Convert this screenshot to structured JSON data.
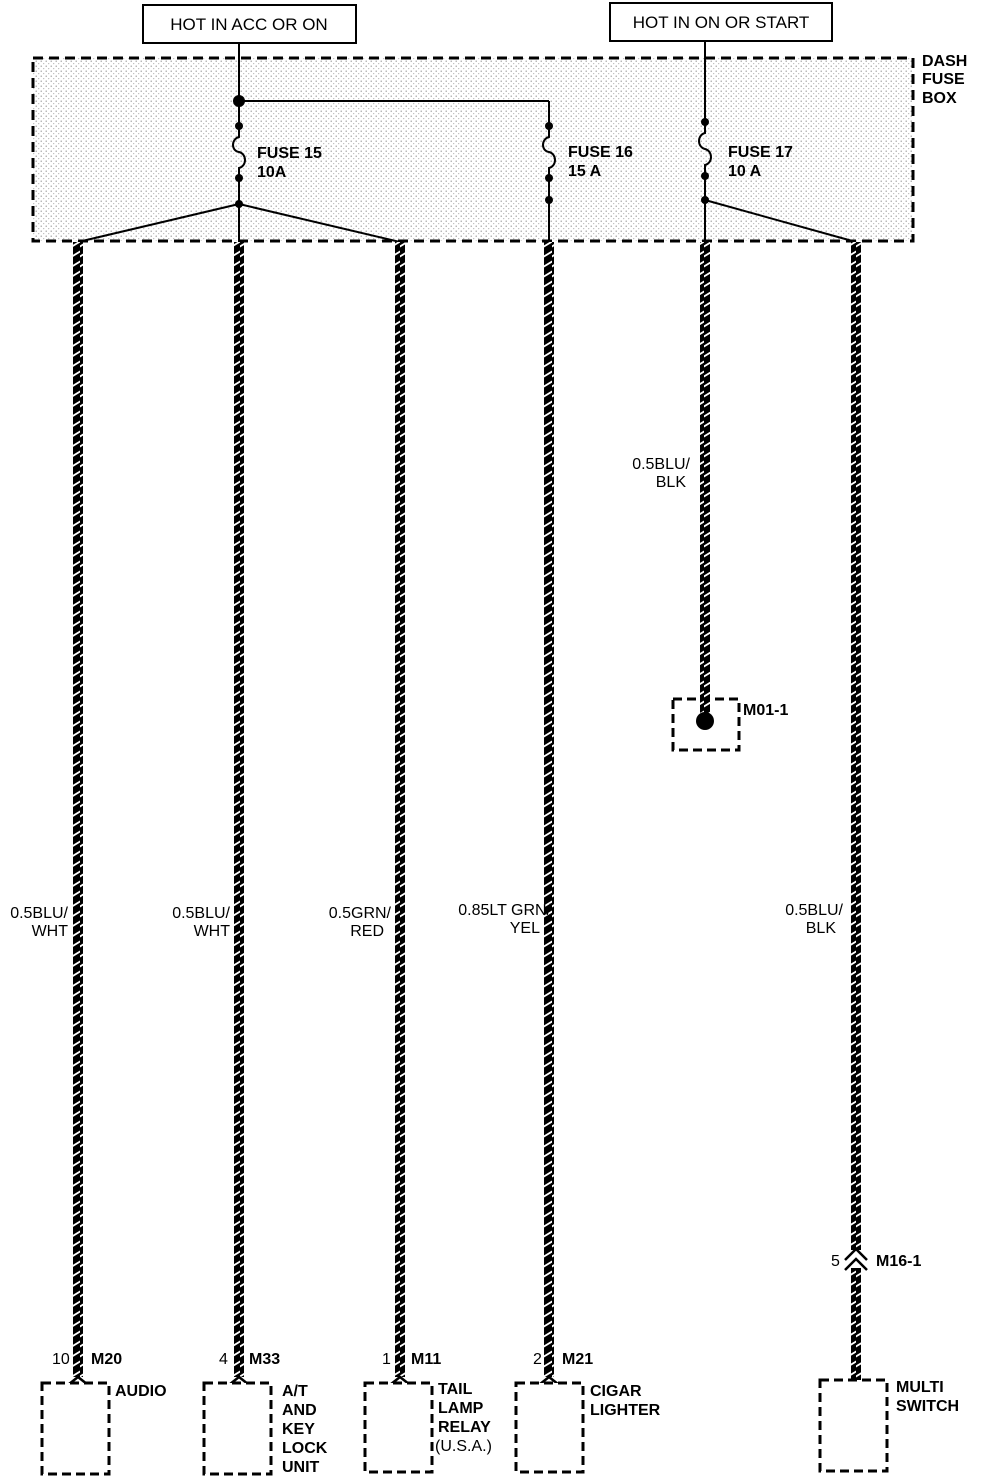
{
  "power_sources": [
    {
      "id": "acc",
      "label": "HOT IN ACC OR ON"
    },
    {
      "id": "start",
      "label": "HOT IN ON OR START"
    }
  ],
  "fuse_box": {
    "label_lines": [
      "DASH",
      "FUSE",
      "BOX"
    ]
  },
  "fuses": [
    {
      "id": "fuse15",
      "name": "FUSE 15",
      "rating": "10A"
    },
    {
      "id": "fuse16",
      "name": "FUSE 16",
      "rating": "15 A"
    },
    {
      "id": "fuse17",
      "name": "FUSE 17",
      "rating": "10 A"
    }
  ],
  "wires": [
    {
      "id": "w-audio",
      "label_lines": [
        "0.5BLU/",
        "WHT"
      ]
    },
    {
      "id": "w-atkey",
      "label_lines": [
        "0.5BLU/",
        "WHT"
      ]
    },
    {
      "id": "w-tail",
      "label_lines": [
        "0.5GRN/",
        "RED"
      ]
    },
    {
      "id": "w-cigar",
      "label_lines": [
        "0.85LT GRN/",
        "YEL"
      ]
    },
    {
      "id": "w-m01",
      "label_lines": [
        "0.5BLU/",
        "BLK"
      ]
    },
    {
      "id": "w-multi",
      "label_lines": [
        "0.5BLU/",
        "BLK"
      ]
    }
  ],
  "splice": {
    "id": "M01-1",
    "label": "M01-1"
  },
  "inline_connector": {
    "pin": "5",
    "name": "M16-1"
  },
  "components": [
    {
      "id": "audio",
      "pin": "10",
      "connector": "M20",
      "label_lines": [
        "AUDIO"
      ]
    },
    {
      "id": "atkey",
      "pin": "4",
      "connector": "M33",
      "label_lines": [
        "A/T",
        "AND",
        "KEY",
        "LOCK",
        "UNIT"
      ]
    },
    {
      "id": "tail",
      "pin": "1",
      "connector": "M11",
      "label_lines": [
        "TAIL",
        "LAMP",
        "RELAY",
        "(U.S.A.)"
      ]
    },
    {
      "id": "cigar",
      "pin": "2",
      "connector": "M21",
      "label_lines": [
        "CIGAR",
        "LIGHTER"
      ]
    },
    {
      "id": "multi",
      "pin": "",
      "connector": "",
      "label_lines": [
        "MULTI",
        "SWITCH"
      ]
    }
  ]
}
